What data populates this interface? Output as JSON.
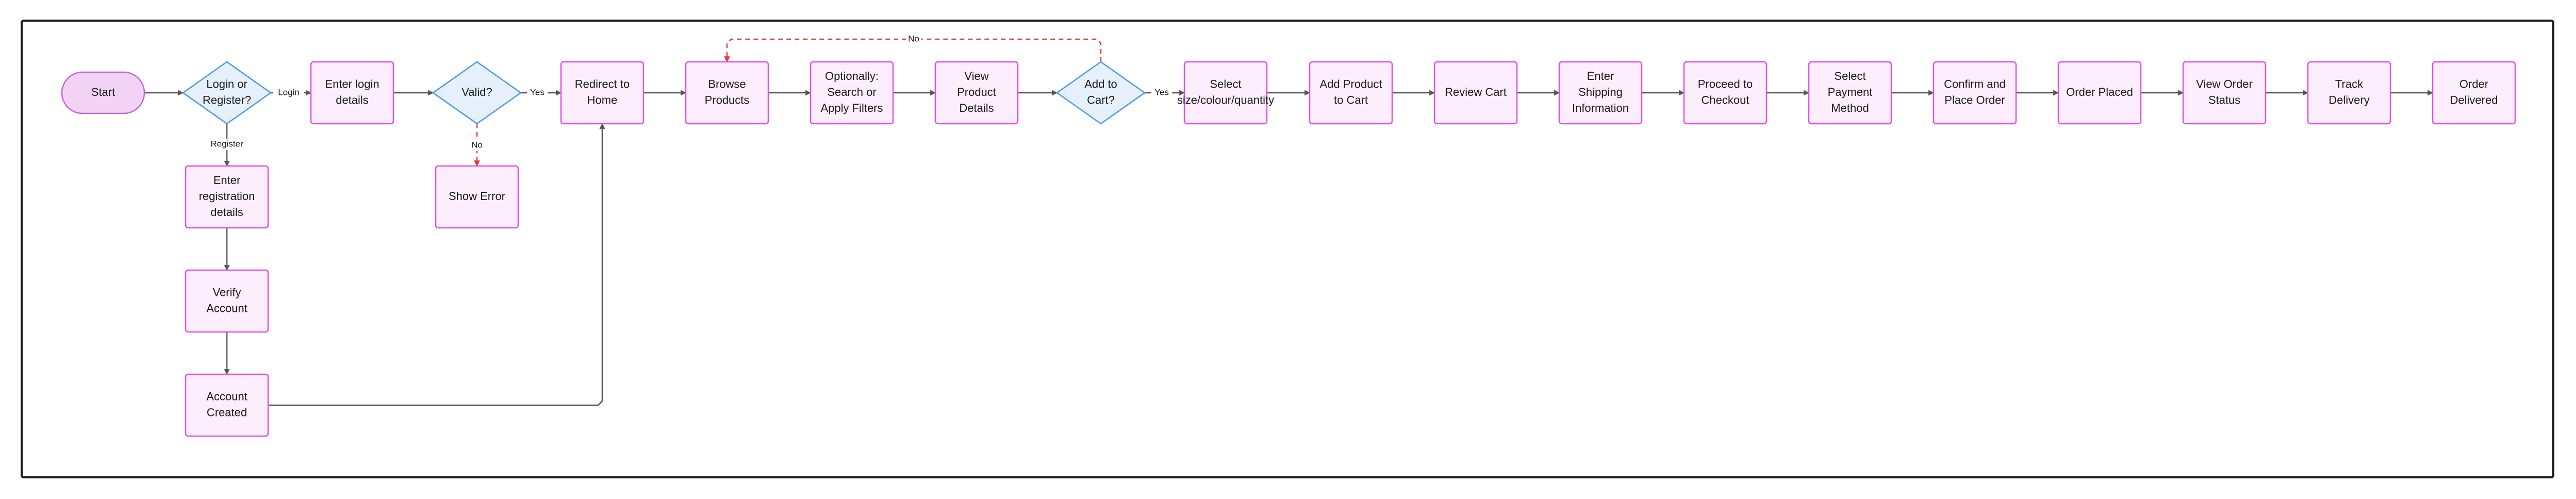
{
  "colors": {
    "process_fill": "#fdeefd",
    "process_stroke": "#e24fe2",
    "decision_fill": "#e6f0fb",
    "decision_stroke": "#4b9be0",
    "terminal_fill": "#f2d3f6",
    "terminal_stroke": "#c464d8",
    "edge": "#555555",
    "no_edge": "#e03b3b"
  },
  "nodes": {
    "start": [
      "Start"
    ],
    "login_or_register": [
      "Login or",
      "Register?"
    ],
    "enter_login": [
      "Enter login",
      "details"
    ],
    "valid": [
      "Valid?"
    ],
    "redirect_home": [
      "Redirect to",
      "Home"
    ],
    "browse": [
      "Browse",
      "Products"
    ],
    "search": [
      "Optionally:",
      "Search or",
      "Apply Filters"
    ],
    "view_product": [
      "View",
      "Product",
      "Details"
    ],
    "add_to_cart_q": [
      "Add to",
      "Cart?"
    ],
    "select_options": [
      "Select",
      "size/colour/quantity"
    ],
    "add_product": [
      "Add Product",
      "to Cart"
    ],
    "review_cart": [
      "Review Cart"
    ],
    "shipping": [
      "Enter",
      "Shipping",
      "Information"
    ],
    "checkout": [
      "Proceed to",
      "Checkout"
    ],
    "payment": [
      "Select",
      "Payment",
      "Method"
    ],
    "confirm": [
      "Confirm and",
      "Place Order"
    ],
    "order_placed": [
      "Order Placed"
    ],
    "view_status": [
      "View Order",
      "Status"
    ],
    "track": [
      "Track",
      "Delivery"
    ],
    "delivered": [
      "Order",
      "Delivered"
    ],
    "registration": [
      "Enter",
      "registration",
      "details"
    ],
    "verify": [
      "Verify",
      "Account"
    ],
    "account_created": [
      "Account",
      "Created"
    ],
    "show_error": [
      "Show Error"
    ]
  },
  "edge_labels": {
    "login": "Login",
    "register": "Register",
    "yes_valid": "Yes",
    "no_valid": "No",
    "yes_cart": "Yes",
    "no_cart": "No"
  }
}
